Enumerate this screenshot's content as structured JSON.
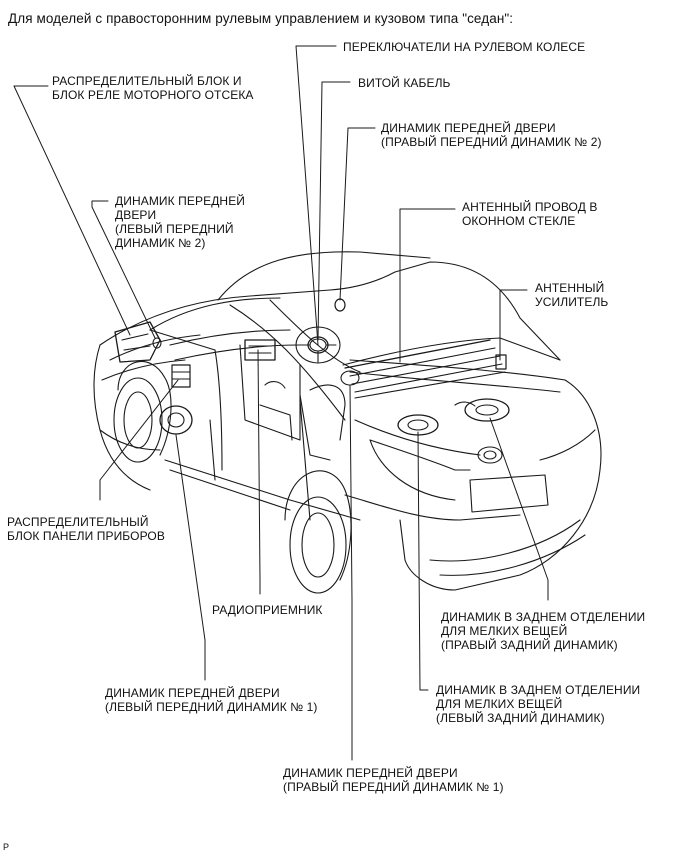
{
  "header": "Для моделей с правосторонним рулевым управлением и кузовом типа \"седан\":",
  "labels": {
    "steering_switches": [
      "ПЕРЕКЛЮЧАТЕЛИ НА РУЛЕВОМ КОЛЕСЕ"
    ],
    "spiral_cable": [
      "ВИТОЙ КАБЕЛЬ"
    ],
    "engine_relay_block": [
      "РАСПРЕДЕЛИТЕЛЬНЫЙ БЛОК И",
      "БЛОК РЕЛЕ МОТОРНОГО ОТСЕКА"
    ],
    "front_door_speaker_rh2": [
      "ДИНАМИК ПЕРЕДНЕЙ ДВЕРИ",
      "(ПРАВЫЙ ПЕРЕДНИЙ ДИНАМИК № 2)"
    ],
    "front_door_speaker_lh2": [
      "ДИНАМИК ПЕРЕДНЕЙ",
      "ДВЕРИ",
      "(ЛЕВЫЙ ПЕРЕДНИЙ",
      "ДИНАМИК № 2)"
    ],
    "window_antenna": [
      "АНТЕННЫЙ ПРОВОД В",
      "ОКОННОМ СТЕКЛЕ"
    ],
    "antenna_amplifier": [
      "АНТЕННЫЙ",
      "УСИЛИТЕЛЬ"
    ],
    "instrument_panel_block": [
      "РАСПРЕДЕЛИТЕЛЬНЫЙ",
      "БЛОК ПАНЕЛИ ПРИБОРОВ"
    ],
    "radio_receiver": [
      "РАДИОПРИЕМНИК"
    ],
    "rear_speaker_rh": [
      "ДИНАМИК В ЗАДНЕМ ОТДЕЛЕНИИ",
      "ДЛЯ МЕЛКИХ ВЕЩЕЙ",
      "(ПРАВЫЙ ЗАДНИЙ ДИНАМИК)"
    ],
    "front_door_speaker_lh1": [
      "ДИНАМИК ПЕРЕДНЕЙ ДВЕРИ",
      "(ЛЕВЫЙ ПЕРЕДНИЙ ДИНАМИК № 1)"
    ],
    "rear_speaker_lh": [
      "ДИНАМИК В ЗАДНЕМ ОТДЕЛЕНИИ",
      "ДЛЯ МЕЛКИХ ВЕЩЕЙ",
      "(ЛЕВЫЙ ЗАДНИЙ ДИНАМИК)"
    ],
    "front_door_speaker_rh1": [
      "ДИНАМИК ПЕРЕДНЕЙ ДВЕРИ",
      "(ПРАВЫЙ ПЕРЕДНИЙ ДИНАМИК № 1)"
    ]
  },
  "figure_code": "P"
}
